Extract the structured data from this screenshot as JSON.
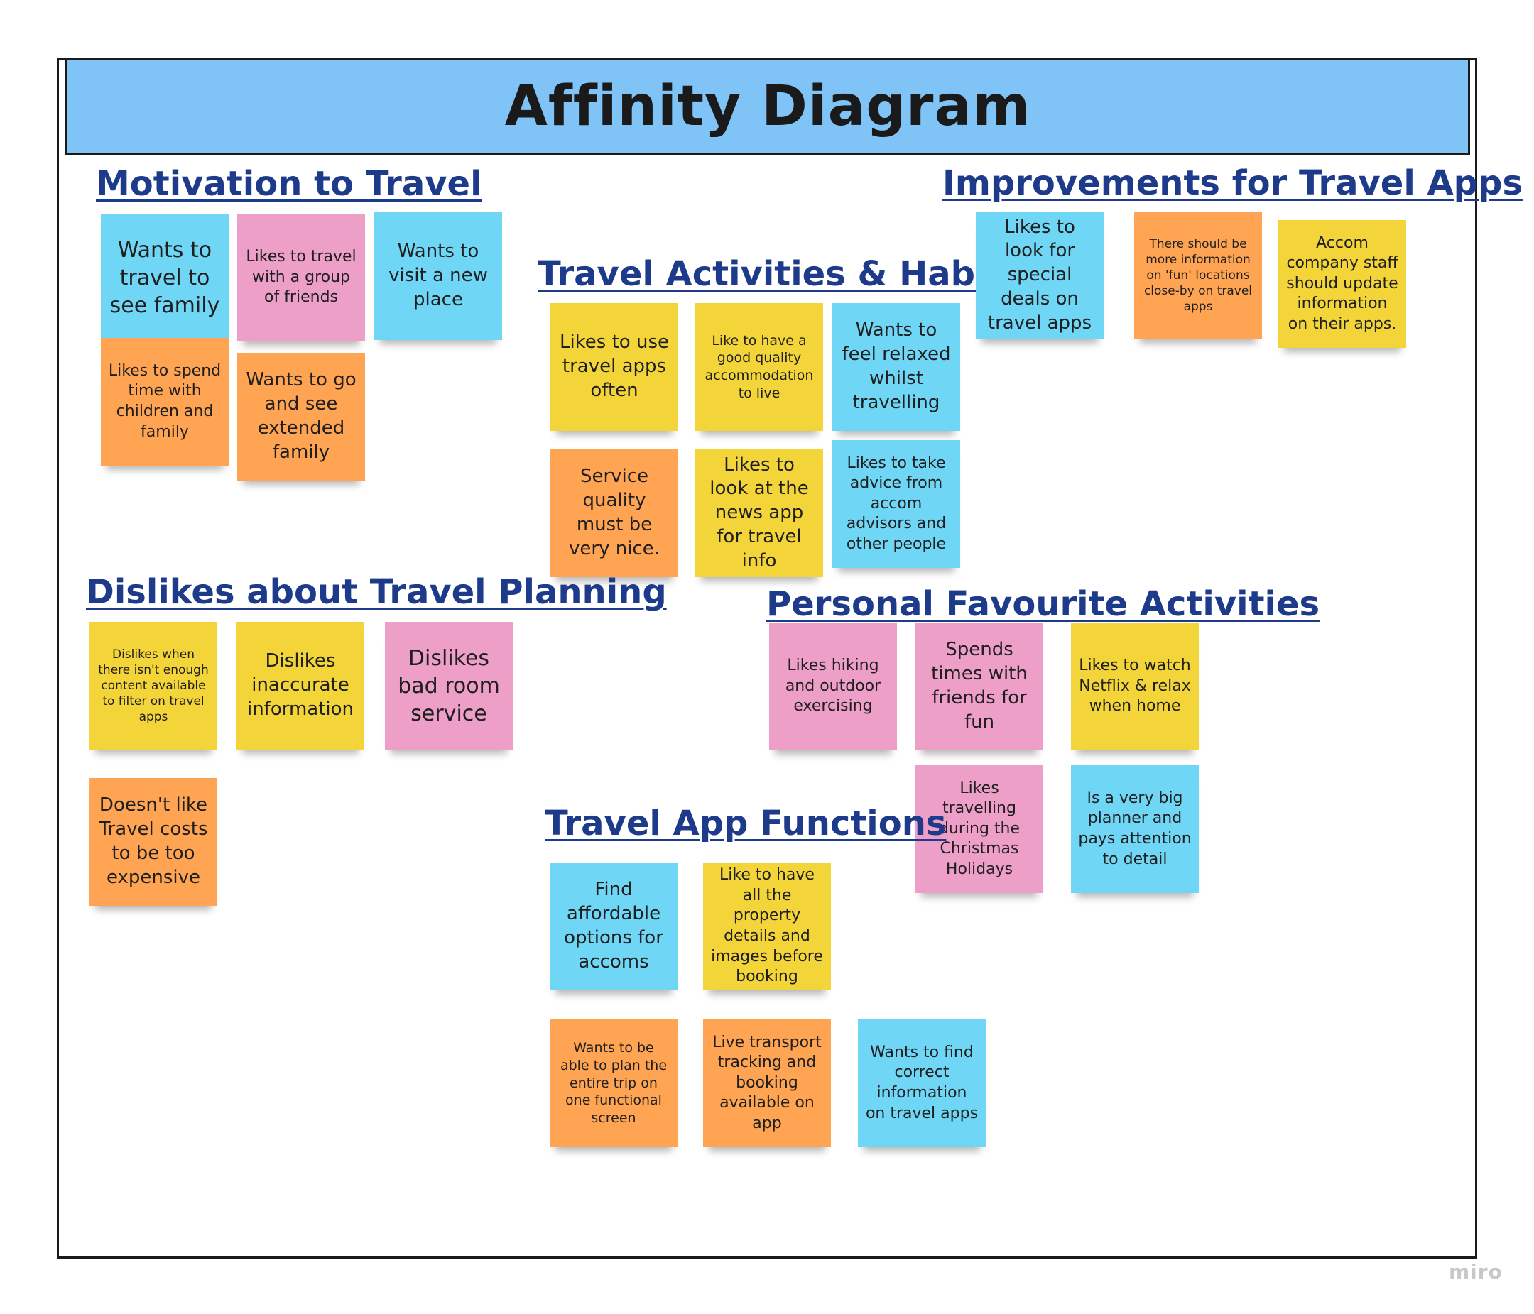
{
  "title": "Affinity Diagram",
  "groups": {
    "motivation": {
      "heading": "Motivation to Travel",
      "notes": [
        "Wants to travel to see family",
        "Likes to travel with a group of friends",
        "Wants to visit a new place",
        "Likes to spend time with children and family",
        "Wants to go and see extended family"
      ]
    },
    "activities": {
      "heading": "Travel Activities & Habits",
      "notes": [
        "Likes to use travel apps often",
        "Like to have a good quality accommodation to live",
        "Wants to feel relaxed whilst travelling",
        "Service quality must be very nice.",
        "Likes to look at the news app for travel info",
        "Likes to take advice from accom advisors and other people"
      ]
    },
    "improvements": {
      "heading": "Improvements for Travel Apps",
      "notes": [
        "Likes to look for special deals on travel apps",
        "There should be more information on 'fun' locations close-by on travel apps",
        "Accom company staff should update information on their apps."
      ]
    },
    "dislikes": {
      "heading": "Dislikes about Travel Planning",
      "notes": [
        "Dislikes when there isn't enough content available to filter on travel apps",
        "Dislikes inaccurate information",
        "Dislikes bad room service",
        "Doesn't like Travel costs to be too expensive"
      ]
    },
    "favourites": {
      "heading": "Personal Favourite Activities",
      "notes": [
        "Likes hiking and outdoor exercising",
        "Spends times with friends for fun",
        "Likes to watch Netflix & relax when home",
        "Likes travelling during the Christmas Holidays",
        "Is a very big planner and pays attention to detail"
      ]
    },
    "functions": {
      "heading": "Travel App Functions",
      "notes": [
        "Find affordable options for accoms",
        "Like to have all the property details and images before booking",
        "Wants to be able to plan the entire trip on one functional screen",
        "Live transport tracking and booking available on app",
        "Wants to find correct information on travel apps"
      ]
    }
  },
  "colors": {
    "banner": "#80c3f7",
    "heading": "#1d3b8a",
    "blue": "#6fd6f6",
    "pink": "#ee9fc8",
    "orange": "#fea452",
    "yellow": "#f4d539"
  },
  "branding": "miro"
}
